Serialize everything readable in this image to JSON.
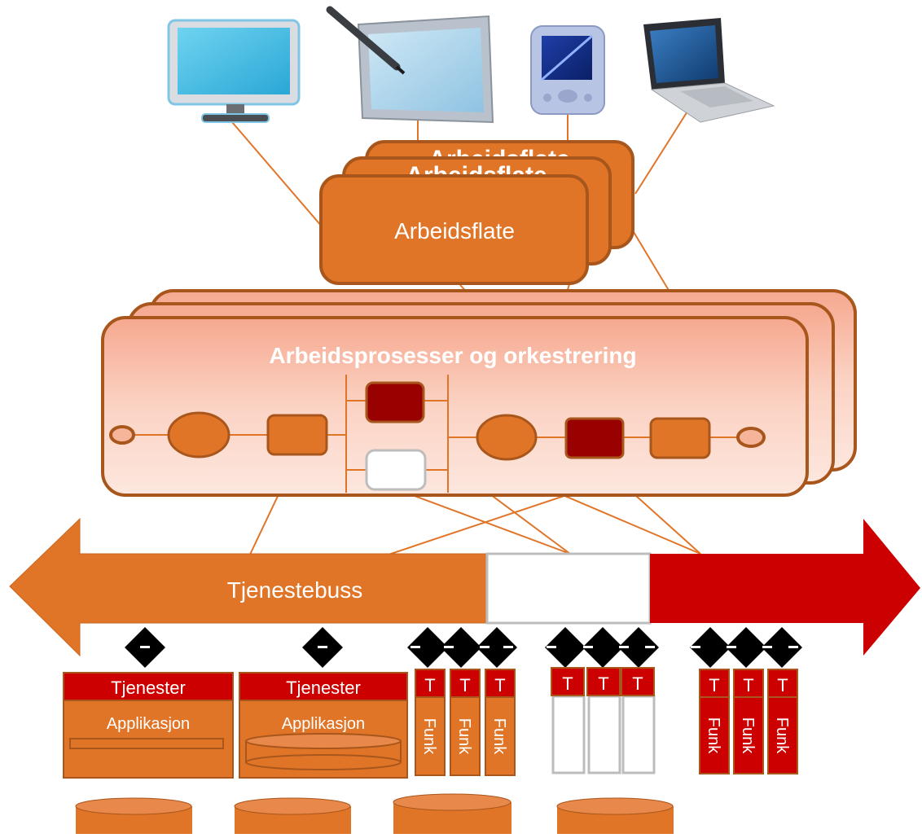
{
  "devices": [
    {
      "kind": "desktop-monitor-icon"
    },
    {
      "kind": "pen-tablet-icon"
    },
    {
      "kind": "pda-icon"
    },
    {
      "kind": "laptop-icon"
    }
  ],
  "workspace": {
    "label": "Arbeidsflate",
    "stack_back_label": "Arbeidsflate"
  },
  "process": {
    "label": "Arbeidsprosesser og orkestrering"
  },
  "bus": {
    "label": "Tjenestebuss"
  },
  "services": {
    "tjenester_label": "Tjenester",
    "applikasjon_label": "Applikasjon",
    "t_label": "T",
    "funk_label": "Funk"
  },
  "colors": {
    "orange": "#e07528",
    "orange_border": "#a8561c",
    "process_fill": "#f7b8a0",
    "process_border": "#a8561c",
    "red": "#cc0000",
    "dark_red": "#990000",
    "white_grey_border": "#bdbdbd",
    "line": "#e07528"
  }
}
